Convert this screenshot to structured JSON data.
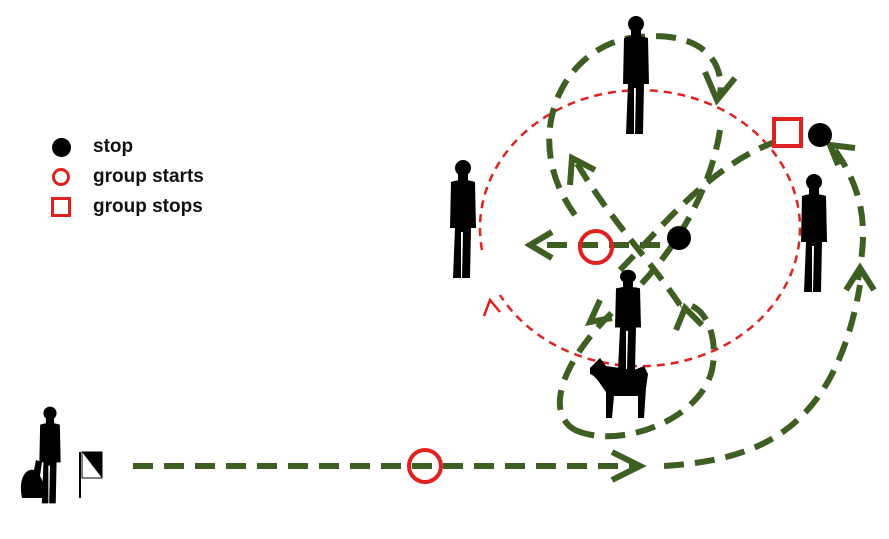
{
  "legend": {
    "items": [
      {
        "symbol": "filled-black-dot",
        "label": "stop"
      },
      {
        "symbol": "red-ring",
        "label": "group starts"
      },
      {
        "symbol": "red-square",
        "label": "group stops"
      }
    ]
  },
  "colors": {
    "path_green": "#3f5e23",
    "red": "#e0211f",
    "black": "#000000"
  },
  "icons": [
    "handler-with-sitting-dog-icon",
    "start-flag-icon",
    "standing-person-icon",
    "dog-icon"
  ]
}
